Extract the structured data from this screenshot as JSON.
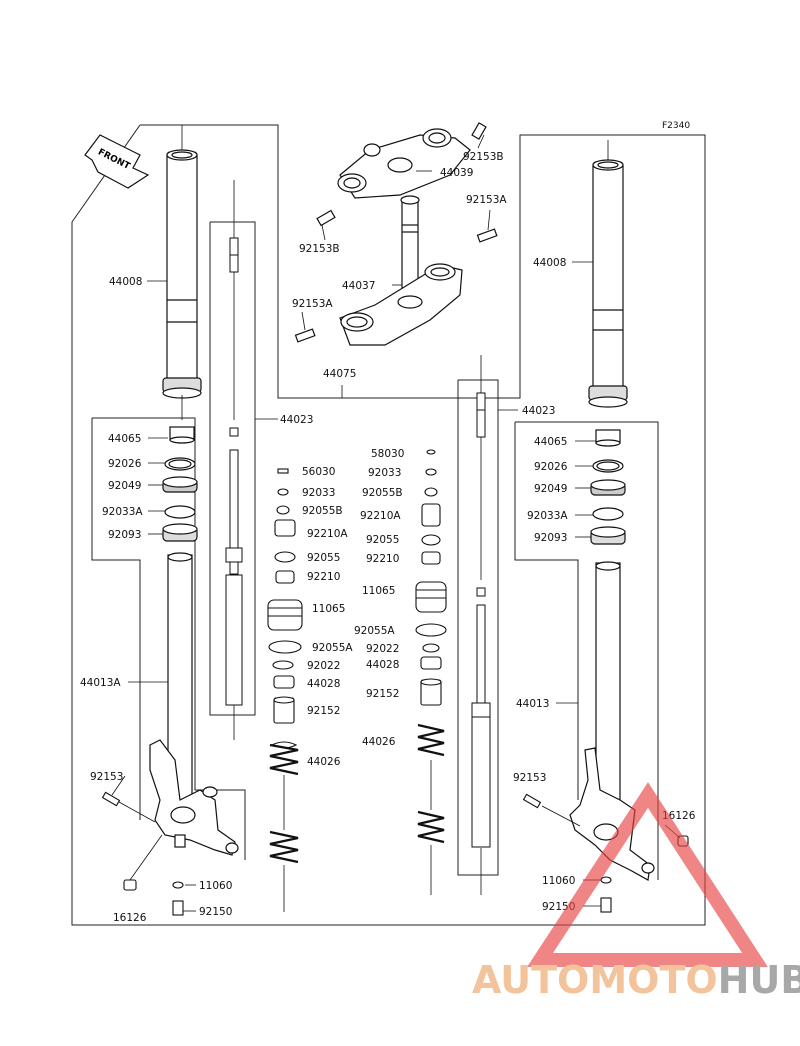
{
  "diagram": {
    "figure_code": "F2340",
    "front_marker": "FRONT",
    "part_labels": {
      "p92153B_top": "92153B",
      "p44039": "44039",
      "p92153A_top": "92153A",
      "p92153B_left": "92153B",
      "p44037": "44037",
      "p92153A_left": "92153A",
      "p44075": "44075",
      "p44008_left": "44008",
      "p44008_right": "44008",
      "p44023_left": "44023",
      "p44023_right": "44023",
      "p44065_left": "44065",
      "p92026_left": "92026",
      "p92049_left": "92049",
      "p92033A_left": "92033A",
      "p92093_left": "92093",
      "p44013A": "44013A",
      "p92153_left": "92153",
      "p16126_left": "16126",
      "p11060_left": "11060",
      "p92150_left": "92150",
      "p56030": "56030",
      "p92033_mid": "92033",
      "p92055B_mid": "92055B",
      "p92210A_mid": "92210A",
      "p92055_mid": "92055",
      "p92210_mid": "92210",
      "p11065_mid": "11065",
      "p92055A_mid": "92055A",
      "p92022_mid": "92022",
      "p44028_mid": "44028",
      "p92152_mid": "92152",
      "p44026_mid": "44026",
      "p58030": "58030",
      "p92033_r": "92033",
      "p92055B_r": "92055B",
      "p92210A_r": "92210A",
      "p92055_r": "92055",
      "p92210_r": "92210",
      "p11065_r": "11065",
      "p92055A_r": "92055A",
      "p92022_r": "92022",
      "p44028_r": "44028",
      "p92152_r": "92152",
      "p44026_r": "44026",
      "p44065_right": "44065",
      "p92026_right": "92026",
      "p92049_right": "92049",
      "p92033A_right": "92033A",
      "p92093_right": "92093",
      "p44013": "44013",
      "p92153_right": "92153",
      "p16126_right": "16126",
      "p11060_right": "11060",
      "p92150_right": "92150"
    },
    "watermark": {
      "part1": "AUTOMOTO",
      "part2": "HUB",
      "color1": "#f2b98a",
      "color2": "#9a9a9a",
      "triangle_color": "#e84040"
    }
  }
}
